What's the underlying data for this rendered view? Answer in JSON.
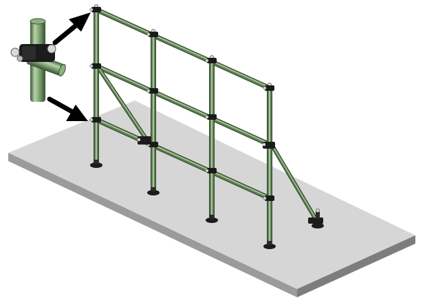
{
  "colors": {
    "background": "#ffffff",
    "platform_top": "#d6d6d6",
    "platform_front": "#9b9b9b",
    "platform_side": "#7d7d7d",
    "tube": "#5c7d52",
    "tube_highlight": "#a9c59c",
    "tube_dark": "#2f4428",
    "clamp": "#1b1b1b",
    "clamp_silver": "#d9d9d9",
    "arrow": "#000000"
  },
  "icons": [
    "cross-clamp-detail-icon",
    "arrow-icon"
  ],
  "structure": {
    "posts": 4,
    "horizontal_rails": 3,
    "diagonal_braces": 2,
    "callout_arrows": 2
  }
}
